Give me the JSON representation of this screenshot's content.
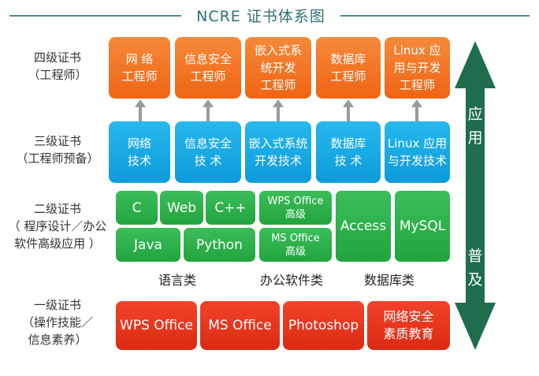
{
  "title": "NCRE 证书体系图",
  "levels": [
    {
      "label": "四级证书\n（工程师）"
    },
    {
      "label": "三级证书\n（工程师预备）"
    },
    {
      "label": "二级证书\n（ 程序设计／办公\n软件高级应用 ）"
    },
    {
      "label": "一级证书\n（操作技能／\n信息素养）"
    }
  ],
  "level4": [
    "网 络\n工程师",
    "信息安全\n工程师",
    "嵌入式系\n统开发\n工程师",
    "数据库\n工程师",
    "Linux 应\n用与开发\n工程师"
  ],
  "level3": [
    "网络\n技术",
    "信息安全\n技 术",
    "嵌入式系统\n开发技术",
    "数据库\n技 术",
    "Linux 应用\n与开发技术"
  ],
  "level2": {
    "languages": [
      "C",
      "Web",
      "C++",
      "Java",
      "Python"
    ],
    "office": [
      "WPS Office\n高级",
      "MS Office\n高级"
    ],
    "database": [
      "Access",
      "MySQL"
    ],
    "categories": [
      "语言类",
      "办公软件类",
      "数据库类"
    ]
  },
  "level1": [
    "WPS Office",
    "MS Office",
    "Photoshop",
    "网络安全\n素质教育"
  ],
  "side_arrow": {
    "top_text": "应\n用",
    "bottom_text": "普\n及"
  },
  "colors": {
    "orange": "#ef6414",
    "blue": "#0c9bd9",
    "green": "#21a43d",
    "red": "#dc2a12",
    "side_arrow": "#1f6d4c",
    "connector": "#9a9a9a"
  }
}
